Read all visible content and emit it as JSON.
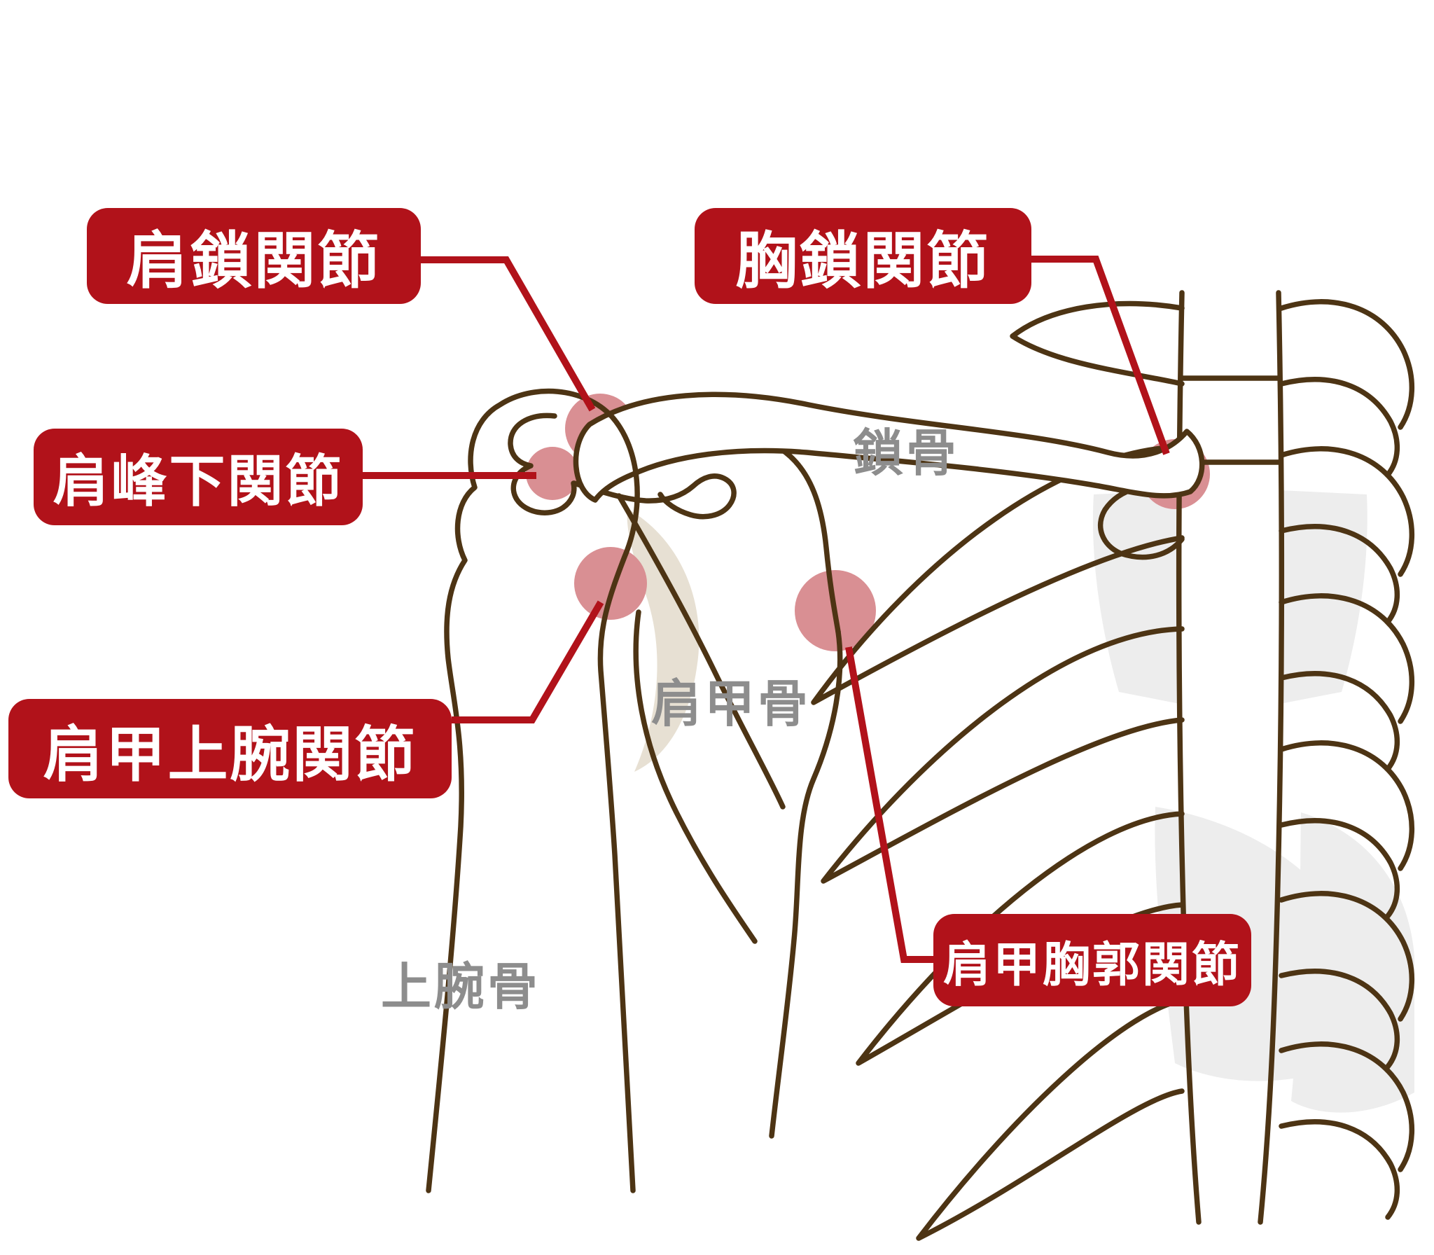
{
  "colors": {
    "label_bg": "#b1121a",
    "label_text": "#ffffff",
    "leader": "#b1121a",
    "joint_marker": "#d98f93",
    "bone_outline": "#4d3414",
    "bone_label_text": "#8d8d8d",
    "shadow_gray": "#ededed",
    "shadow_cream": "#e7e0d3",
    "page_bg": "#ffffff"
  },
  "joint_labels": [
    {
      "id": "acromioclavicular",
      "text": "肩鎖関節"
    },
    {
      "id": "sternoclavicular",
      "text": "胸鎖関節"
    },
    {
      "id": "subacromial",
      "text": "肩峰下関節"
    },
    {
      "id": "glenohumeral",
      "text": "肩甲上腕関節"
    },
    {
      "id": "scapulothoracic",
      "text": "肩甲胸郭関節"
    }
  ],
  "bone_labels": [
    {
      "id": "clavicle",
      "text": "鎖骨"
    },
    {
      "id": "scapula",
      "text": "肩甲骨"
    },
    {
      "id": "humerus",
      "text": "上腕骨"
    }
  ]
}
